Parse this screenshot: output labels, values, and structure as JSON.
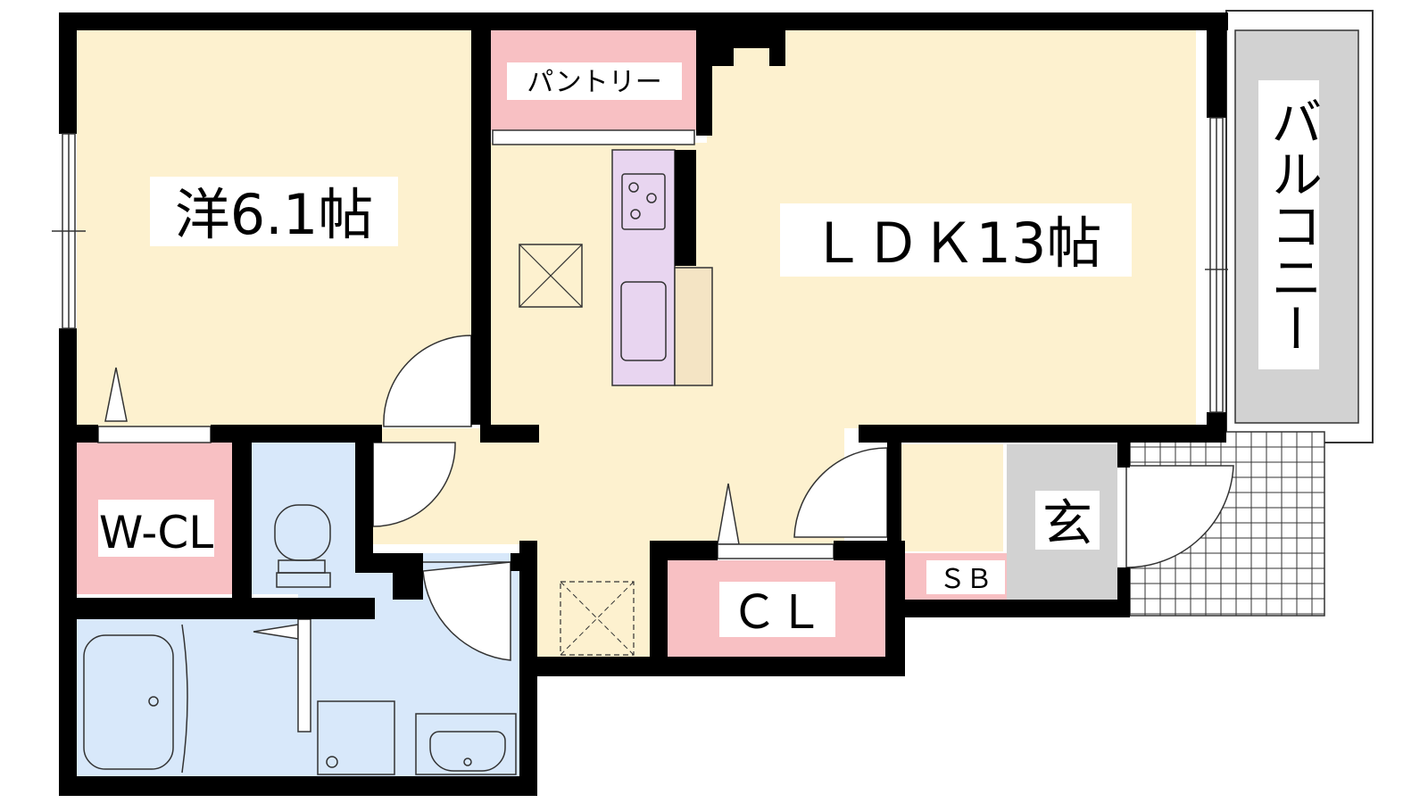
{
  "colors": {
    "room_floor": "#fdf1cf",
    "closet": "#f8c0c3",
    "wet_area": "#d8e8fa",
    "kitchen": "#e8d5f0",
    "counter": "#f4e4c4",
    "balcony": "#d2d2d2",
    "genkan": "#d2d2d2",
    "wall": "#000000",
    "label_bg": "#ffffff"
  },
  "rooms": {
    "western_room": {
      "label": "洋6.1帖"
    },
    "ldk": {
      "label": "ＬＤＫ13帖"
    },
    "pantry": {
      "label": "パントリー"
    },
    "balcony": {
      "label": "バルコニー"
    },
    "walk_in_closet": {
      "label": "W-CL"
    },
    "closet": {
      "label": "ＣＬ"
    },
    "shoe_box": {
      "label": "ＳＢ"
    },
    "entrance": {
      "label": "玄"
    }
  },
  "icons": {
    "stove": "stove-icon",
    "sink": "kitchen-sink-icon",
    "toilet": "toilet-icon",
    "bathtub": "bathtub-icon",
    "washbasin": "washbasin-icon",
    "washing_machine": "washing-machine-icon",
    "storage": "storage-cross-icon",
    "door": "door-swing-icon",
    "window": "window-icon"
  }
}
